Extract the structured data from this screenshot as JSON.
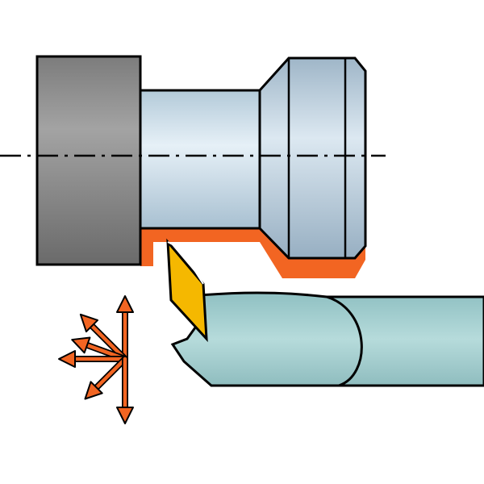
{
  "diagram": {
    "type": "turning-tool-illustration",
    "subject": "internal-turning-boring-bar",
    "colors": {
      "chuck_gray": "#8a8a8a",
      "workpiece_blue": "#c8dbe8",
      "machined_surface": "#f26522",
      "insert_yellow": "#f5b800",
      "holder_teal": "#a9cfcf",
      "arrow_orange": "#f26522",
      "outline": "#000000"
    },
    "feed_directions": [
      {
        "name": "up-arrow",
        "angle_deg": 90
      },
      {
        "name": "up-left-arrow",
        "angle_deg": 135
      },
      {
        "name": "left-up-arrow",
        "angle_deg": 160
      },
      {
        "name": "left-arrow",
        "angle_deg": 180
      },
      {
        "name": "down-left-arrow",
        "angle_deg": 225
      },
      {
        "name": "down-arrow",
        "angle_deg": 270
      }
    ]
  }
}
